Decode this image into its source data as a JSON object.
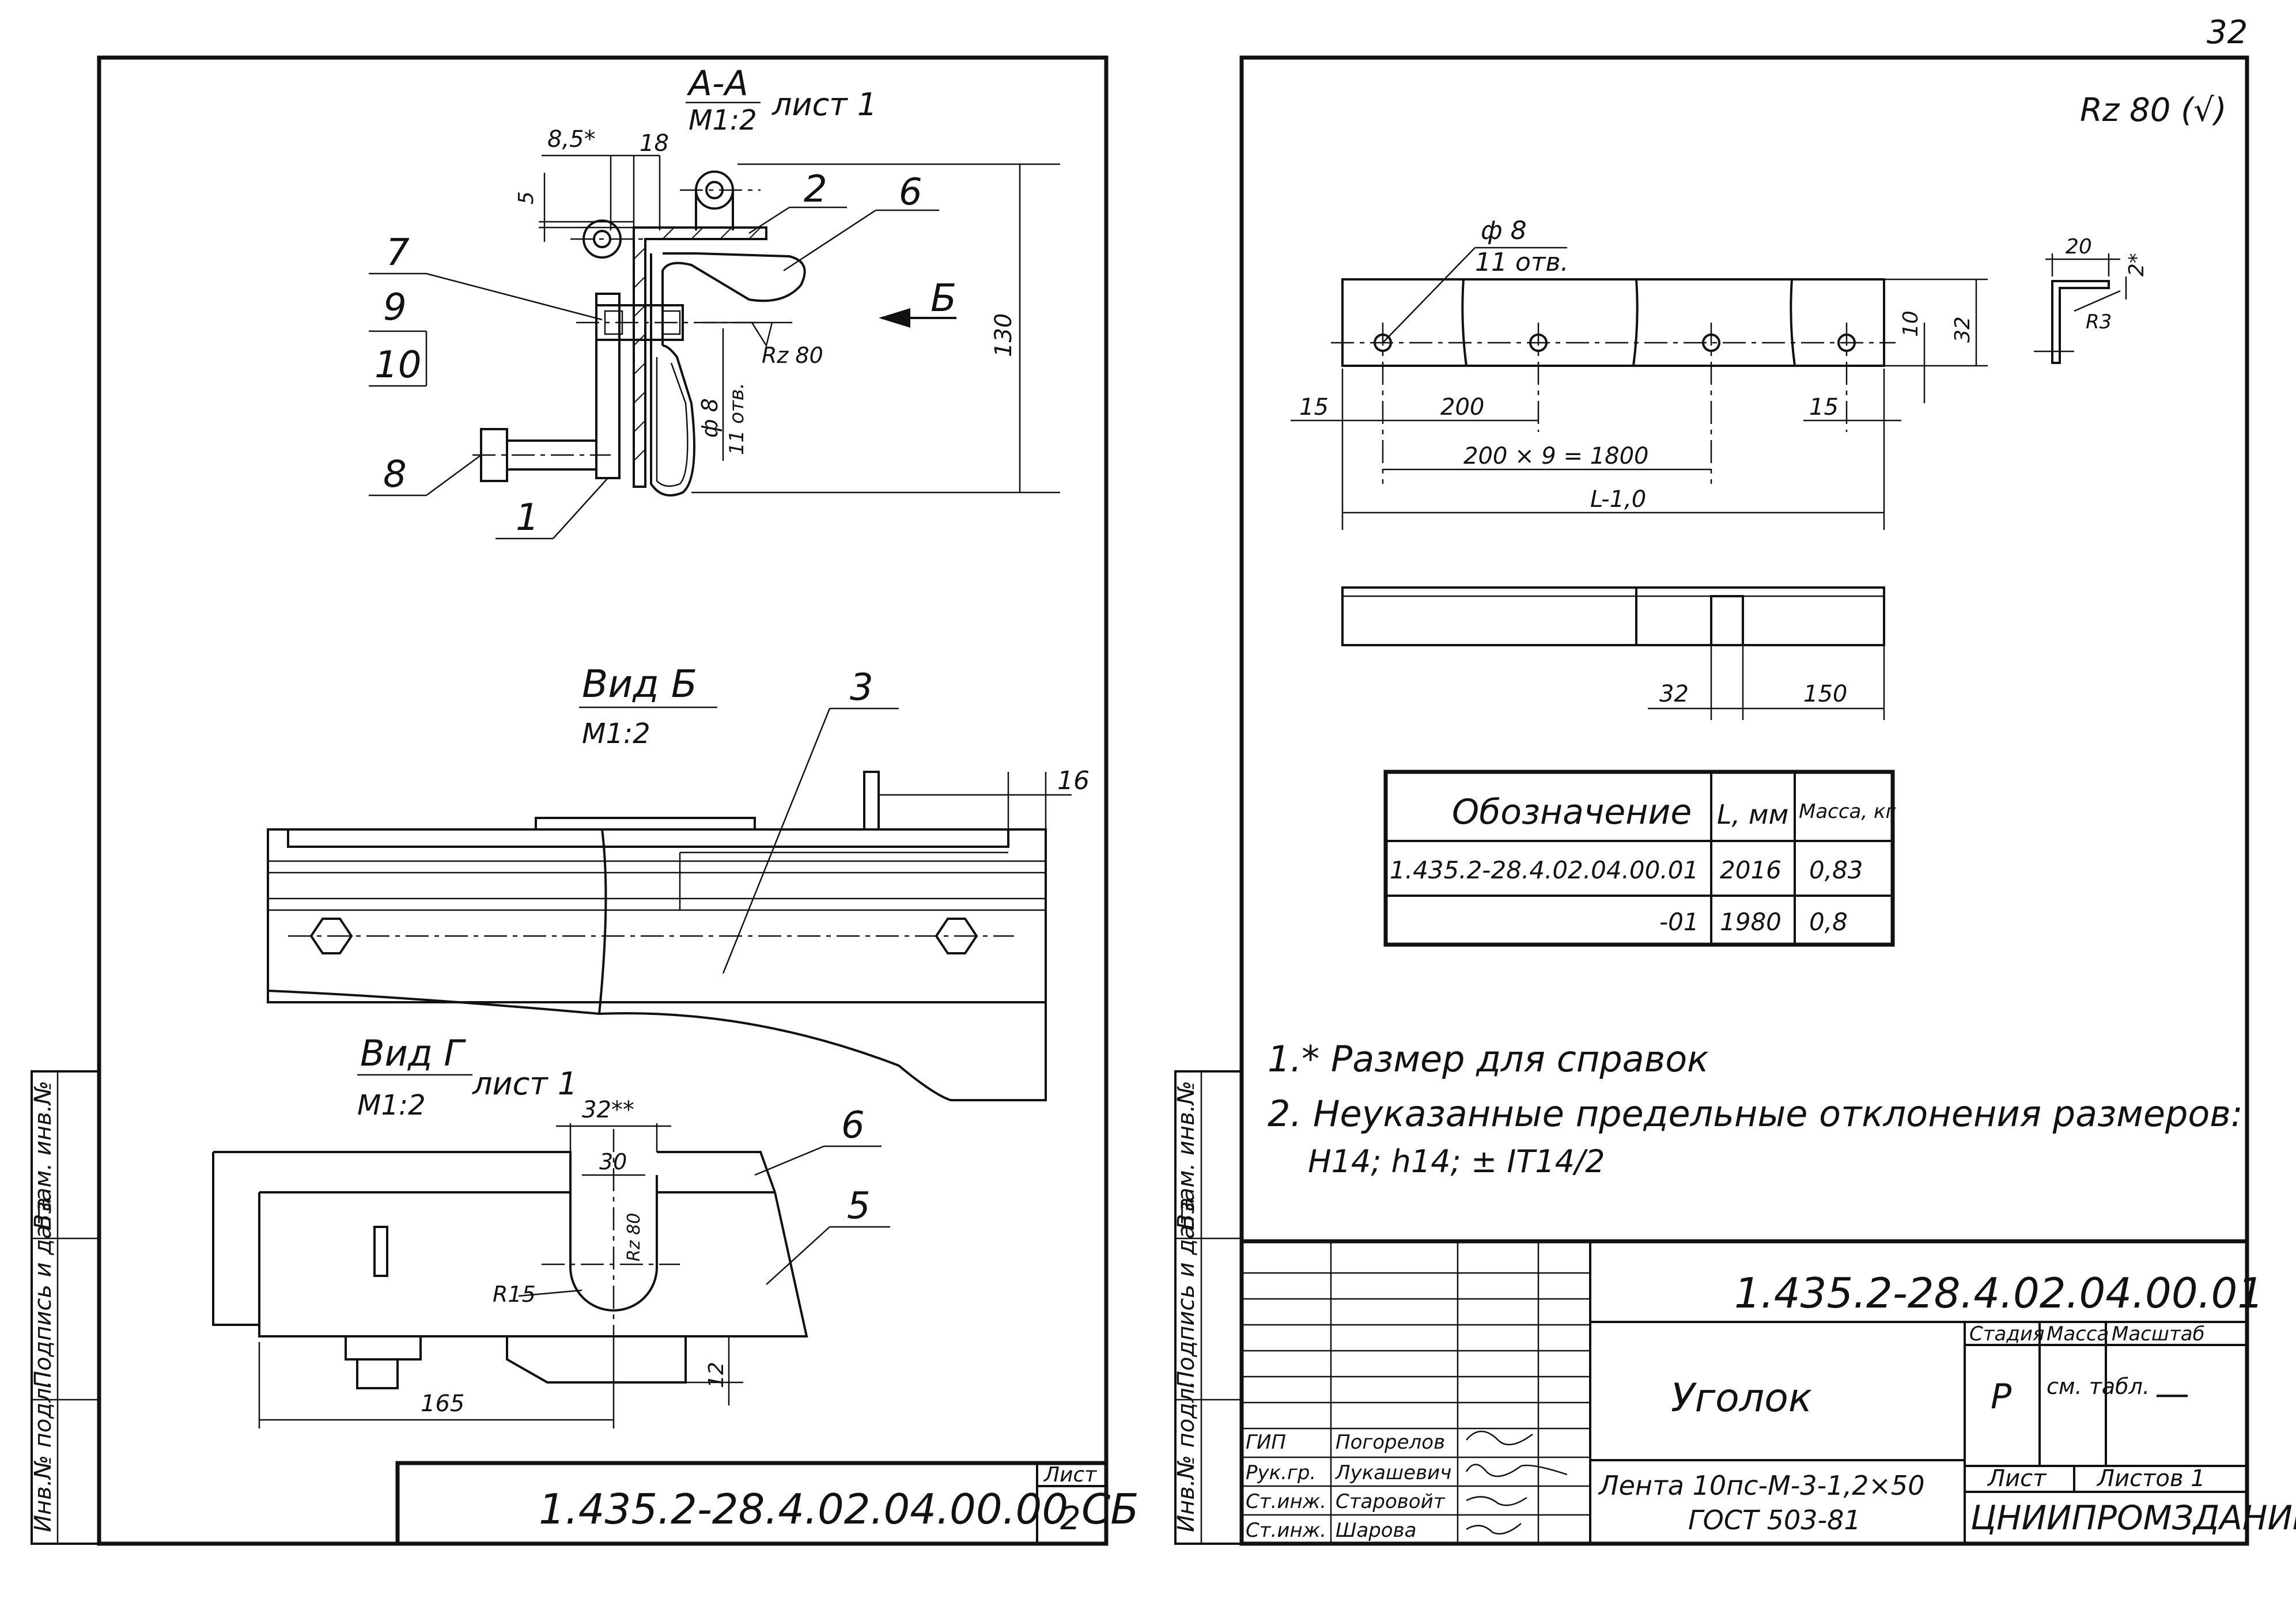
{
  "page_number": "32",
  "left_sheet": {
    "section_aa": {
      "title": "А-А",
      "scale": "М1:2",
      "sheet_ref": "лист 1"
    },
    "view_b_arrow": "Б",
    "view_b": {
      "title": "Вид Б",
      "scale": "М1:2"
    },
    "view_g": {
      "title": "Вид Г",
      "scale": "М1:2",
      "sheet_ref": "лист 1"
    },
    "balloons": [
      "1",
      "2",
      "3",
      "5",
      "6",
      "7",
      "8",
      "9",
      "10"
    ],
    "dims": {
      "d85": "8,5*",
      "d18": "18",
      "d5": "5",
      "d130": "130",
      "hole": "ф 8",
      "hole_count": "11 отв.",
      "rough": "Rz 80",
      "d16": "16",
      "d32": "32**",
      "d30": "30",
      "r15": "R15",
      "d165": "165",
      "d12": "12",
      "rz_small": "Rz 80"
    },
    "doc_code": "1.435.2-28.4.02.04.00.00 СБ",
    "sheet_label": "Лист",
    "sheet_number": "2",
    "margin_cells": [
      "Инв.№ подл.",
      "Подпись и дата",
      "Взам. инв.№"
    ]
  },
  "right_sheet": {
    "roughness_mark": "Rz 80 (√)",
    "dims": {
      "hole": "ф 8",
      "hole_count": "11 отв.",
      "d15a": "15",
      "d200": "200",
      "d_series": "200 × 9 = 1800",
      "d_length": "L-1,0",
      "d15b": "15",
      "d10": "10",
      "d32v": "32",
      "d20": "20",
      "d2": "2*",
      "d_r3": "R3",
      "d32b": "32",
      "d150": "150"
    },
    "spec_table": {
      "headers": [
        "Обозначение",
        "L, мм",
        "Масса, кг"
      ],
      "rows": [
        [
          "1.435.2-28.4.02.04.00.01",
          "2016",
          "0,83"
        ],
        [
          "-01",
          "1980",
          "0,8"
        ]
      ]
    },
    "notes": [
      "1.* Размер для справок",
      "2. Неуказанные предельные отклонения размеров:",
      "H14; h14; ± IT14/2"
    ],
    "margin_cells": [
      "Инв.№ подл.",
      "Подпись и дата",
      "Взам. инв.№"
    ],
    "title_block": {
      "doc_code": "1.435.2-28.4.02.04.00.01",
      "part_name": "Уголок",
      "material_line1": "Лента 10пс-М-3-1,2×50",
      "material_line2": "ГОСТ 503-81",
      "col_stage": "Стадия",
      "col_mass": "Масса",
      "col_scale": "Масштаб",
      "stage": "Р",
      "mass": "см. табл.",
      "scale": "—",
      "sheet": "Лист",
      "sheets": "Листов 1",
      "organization": "ЦНИИПРОМЗДАНИЙ",
      "staff": [
        {
          "role": "ГИП",
          "name": "Погорелов"
        },
        {
          "role": "Рук.гр.",
          "name": "Лукашевич"
        },
        {
          "role": "Ст.инж.",
          "name": "Старовойт"
        },
        {
          "role": "Ст.инж.",
          "name": "Шарова"
        }
      ]
    }
  }
}
